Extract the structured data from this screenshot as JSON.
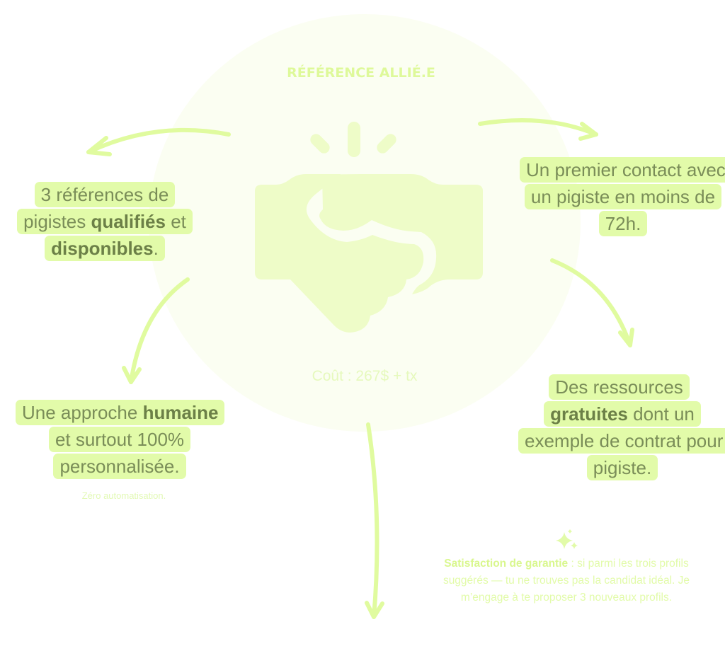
{
  "title": "RÉFÉRENCE ALLIÉ.E",
  "cost": "Coût : 267$ + tx",
  "icon": "handshake-icon",
  "colors": {
    "accent": "#e2fba9",
    "text": "#7a8d58",
    "circle": "#fbfef2"
  },
  "features": {
    "references": {
      "pre": "3 références de pigistes ",
      "bold1": "qualifiés",
      "mid": " et ",
      "bold2": "disponibles",
      "post": "."
    },
    "contact": {
      "text": "Un premier contact avec un pigiste en moins de 72h."
    },
    "approach": {
      "pre": "Une approche ",
      "bold": "humaine",
      "post": " et surtout 100% personnalisée.",
      "note": "Zéro automatisation."
    },
    "resources": {
      "pre": "Des ressources ",
      "bold": "gratuites",
      "post": " dont un exemple de contrat pour pigiste."
    }
  },
  "guarantee": {
    "icon": "sparkles-icon",
    "bold": "Satisfaction de garantie",
    "text": " : si parmi les trois profils suggérés — tu ne trouves pas la candidat idéal. Je m’engage à te proposer 3 nouveaux profils."
  }
}
